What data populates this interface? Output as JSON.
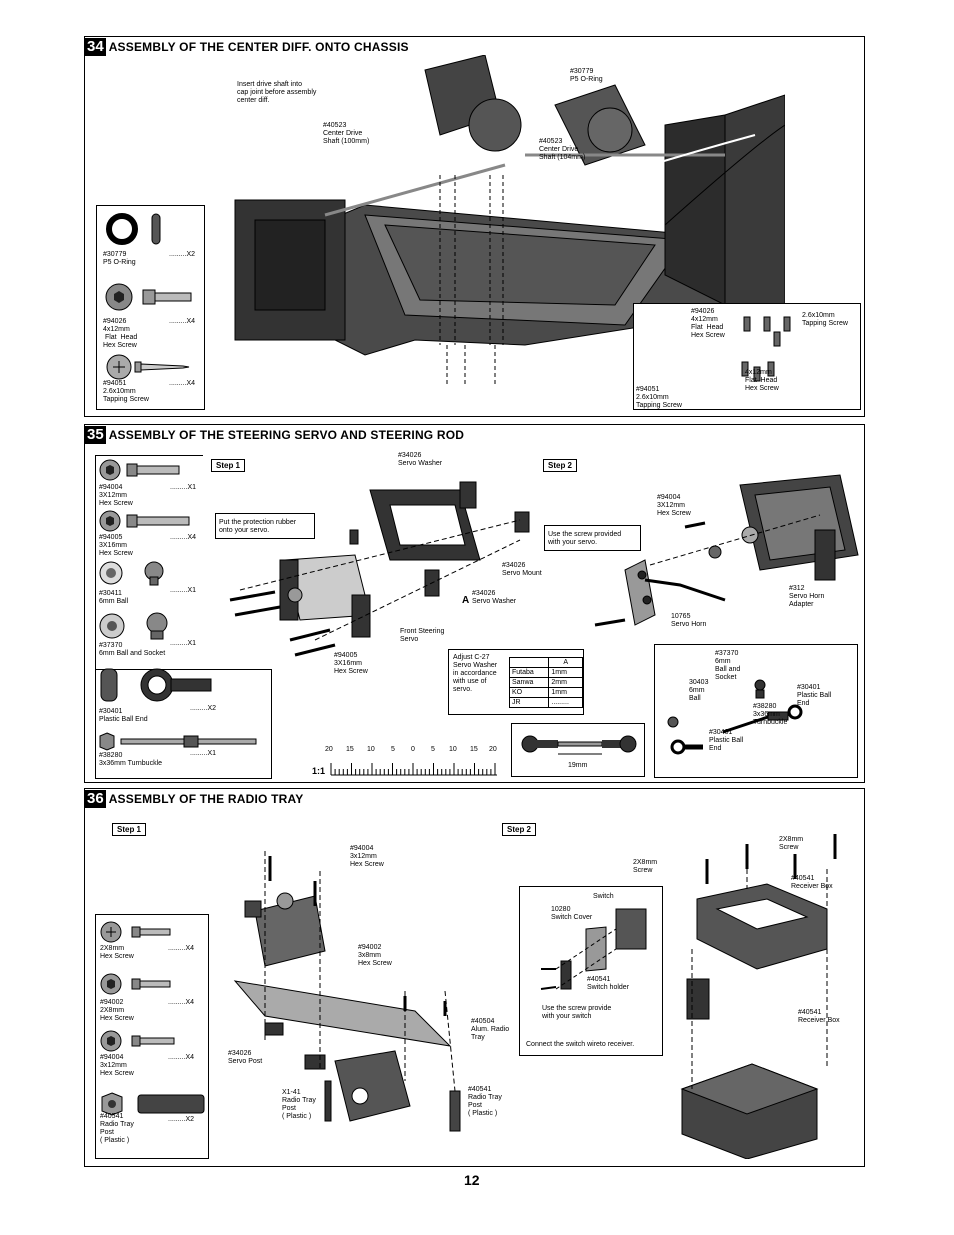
{
  "page_number": "12",
  "sec34": {
    "num": "34",
    "title": "ASSEMBLY OF THE CENTER DIFF. ONTO CHASSIS",
    "note_insert": "Insert drive shaft into\ncap joint before assembly\ncenter diff.",
    "lbl_shaft100": "#40523\nCenter Drive\nShaft (100mm)",
    "lbl_shaft104": "#40523\nCenter Drive\nShaft (104mm)",
    "lbl_oring_top": "#30779\nP5 O-Ring",
    "parts": [
      {
        "name": "#30779\nP5 O-Ring",
        "qty": ".........X2"
      },
      {
        "name": "#94026\n4x12mm\n Flat  Head\nHex Screw",
        "qty": ".........X4"
      },
      {
        "name": "#94051\n2.6x10mm\nTapping Screw",
        "qty": ".........X4"
      }
    ],
    "inset_flat_head": "#94026\n4x12mm\nFlat  Head\nHex Screw",
    "inset_tapping_tr": "2.6x10mm\nTapping Screw",
    "inset_flat_head2": "4x12mm\nFlat  Head\nHex Screw",
    "inset_tapping_bl": "#94051\n2.6x10mm\nTapping Screw"
  },
  "sec35": {
    "num": "35",
    "title": "ASSEMBLY OF THE STEERING SERVO AND STEERING ROD",
    "step1": "Step 1",
    "step2": "Step 2",
    "parts": [
      {
        "name": "#94004\n3X12mm\nHex Screw",
        "qty": ".........X1"
      },
      {
        "name": "#94005\n3X16mm\nHex Screw",
        "qty": ".........X4"
      },
      {
        "name": "#30411\n6mm Ball",
        "qty": ".........X1"
      },
      {
        "name": "#37370\n6mm Ball and Socket",
        "qty": ".........X1"
      },
      {
        "name": "#30401\nPlastic Ball End",
        "qty": ".........X2"
      },
      {
        "name": "#38280\n3x36mm Turnbuckle",
        "qty": ".........X1"
      }
    ],
    "note_rubber": "Put the protection rubber\nonto your servo.",
    "lbl_servo_washer_top": "#34026\nServo Washer",
    "lbl_servo_mount": "#34026\nServo Mount",
    "lbl_servo_washer_a": "#34026\nServo Washer",
    "lbl_a": "A",
    "lbl_front_servo": "Front Steering\nServo",
    "lbl_hex16": "#94005\n3X16mm\nHex Screw",
    "note_adjust": "Adjust C-27\nServo Washer\nin accordance\nwith use of\nservo.",
    "adj_table": {
      "header": "A",
      "rows": [
        {
          "brand": "Futaba",
          "val": "1mm"
        },
        {
          "brand": "Sanwa",
          "val": "2mm"
        },
        {
          "brand": "KO",
          "val": "1mm"
        },
        {
          "brand": "JR",
          "val": "........."
        }
      ]
    },
    "ruler_ticks": [
      "20",
      "15",
      "10",
      "5",
      "0",
      "5",
      "10",
      "15",
      "20"
    ],
    "ruler_scale": "1:1",
    "len_19": "19mm",
    "note_screw": "Use the screw provided\nwith your servo.",
    "lbl_hex12": "#94004\n3X12mm\nHex Screw",
    "lbl_horn_adapter": "#312\nServo Horn\nAdapter",
    "lbl_horn": "10765\nServo Horn",
    "lbl_ball_socket": "#37370\n6mm\nBall and\nSocket",
    "lbl_ball": "30403\n6mm\nBall",
    "lbl_ball_end_r": "#30401\nPlastic Ball\nEnd",
    "lbl_turnbuckle": "#38280\n3x36mm\nTurnbuckle",
    "lbl_ball_end_b": "#30401\nPlastic Ball\nEnd"
  },
  "sec36": {
    "num": "36",
    "title": "ASSEMBLY OF THE RADIO TRAY",
    "step1": "Step 1",
    "step2": "Step 2",
    "parts": [
      {
        "name": "2X8mm\nHex Screw",
        "qty": ".........X4"
      },
      {
        "name": "#94002\n2X8mm\nHex Screw",
        "qty": ".........X4"
      },
      {
        "name": "#94004\n3x12mm\nHex Screw",
        "qty": ".........X4"
      },
      {
        "name": "#40541\nRadio Tray\nPost\n( Plastic )",
        "qty": ".........X2"
      }
    ],
    "lbl_94004": "#94004\n3x12mm\nHex Screw",
    "lbl_94002": "#94002\n3x8mm\nHex Screw",
    "lbl_alum_tray": "#40504\nAlum. Radio\nTray",
    "lbl_servo_post": "#34026\nServo Post",
    "lbl_x141": "X1-41\nRadio Tray\nPost\n( Plastic )",
    "lbl_40541_post": "#40541\nRadio Tray\nPost\n( Plastic )",
    "lbl_2x8_top": "2X8mm\nScrew",
    "lbl_2x8_left": "2X8mm\nScrew",
    "lbl_receiver_box_top": "#40541\nReceiver Box",
    "lbl_receiver_box_bot": "#40541\nReceiver Box",
    "lbl_switch": "Switch",
    "lbl_switch_cover": "10280\nSwitch Cover",
    "lbl_switch_holder": "#40541\nSwitch holder",
    "note_screw_switch": "Use the screw provide\nwith your switch",
    "note_connect": "Connect the switch wireto receiver."
  }
}
